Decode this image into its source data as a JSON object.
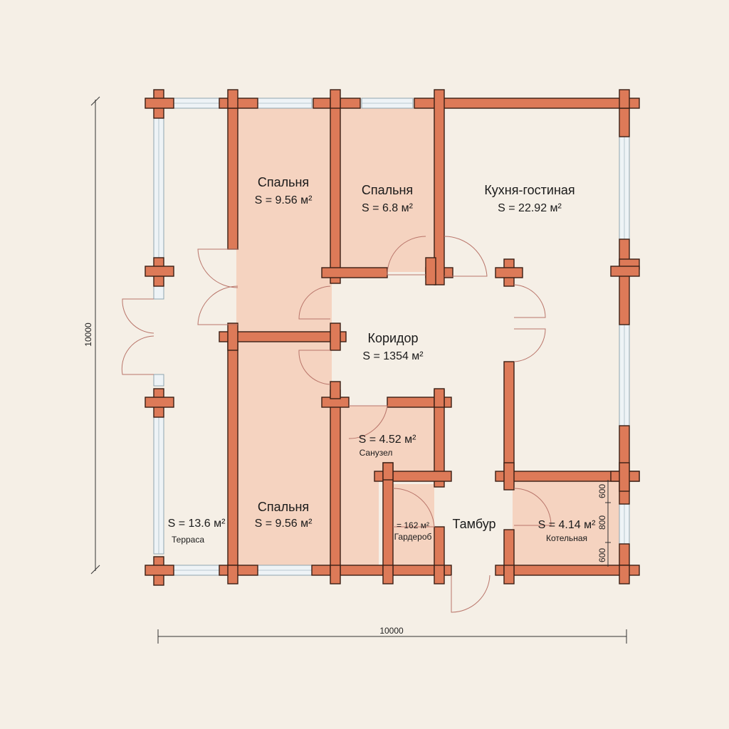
{
  "colors": {
    "background": "#f5efe6",
    "wall": "#dd7a58",
    "wall_outline": "#3a1e14",
    "room_fill": "#f5d3c0",
    "window": "#eef3f6",
    "door_swing": "#b9756a"
  },
  "rooms": {
    "bedroom_1": {
      "name": "Спальня",
      "area": "S = 9.56 м²"
    },
    "bedroom_2": {
      "name": "Спальня",
      "area": "S = 6.8 м²"
    },
    "kitchen_living": {
      "name": "Кухня-гостиная",
      "area": "S = 22.92 м²"
    },
    "corridor": {
      "name": "Коридор",
      "area": "S = 1354 м²"
    },
    "bathroom": {
      "name": "Санузел",
      "area": "S = 4.52 м²"
    },
    "bedroom_3": {
      "name": "Спальня",
      "area": "S = 9.56 м²"
    },
    "terrace": {
      "name": "Терраса",
      "area": "S = 13.6 м²"
    },
    "wardrobe": {
      "name": "Гардероб",
      "area": "= 162 м²"
    },
    "vestibule": {
      "name": "Тамбур"
    },
    "boiler": {
      "name": "Котельная",
      "area": "S = 4.14 м²"
    }
  },
  "dimensions": {
    "width": "10000",
    "height": "10000",
    "right_side": [
      "600",
      "800",
      "600"
    ]
  }
}
